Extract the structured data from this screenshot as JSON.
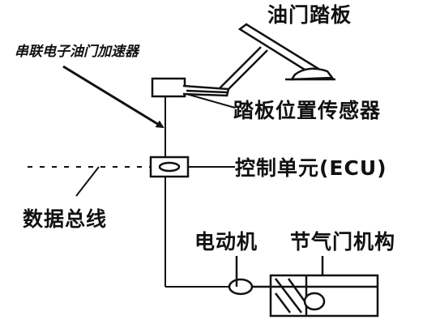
{
  "labels": {
    "pedal": "油门踏板",
    "accelerator": "串联电子油门加速器",
    "sensor": "踏板位置传感器",
    "ecu": "控制单元(ECU)",
    "bus": "数据总线",
    "motor": "电动机",
    "throttle": "节气门机构"
  },
  "colors": {
    "ink": "#111111",
    "background": "#ffffff"
  }
}
